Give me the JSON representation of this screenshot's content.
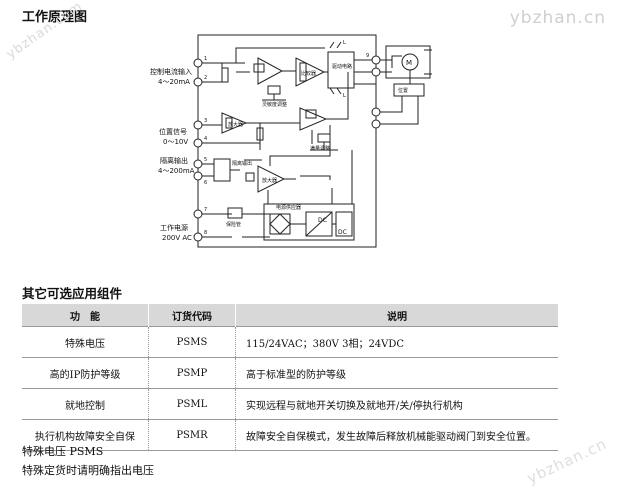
{
  "title": "工作原理图",
  "watermarks": [
    "ybzhan.com",
    "ybzhan.cn",
    "ybzhan.cn"
  ],
  "diagram": {
    "labels": {
      "control_input": "控制电流输入",
      "control_range": "4～20mA",
      "position_signal": "位置信号",
      "position_range": "0～10V",
      "isolated_output": "隔离输出",
      "isolated_range": "4～200mA",
      "power": "工作电源",
      "power_spec": "200V  AC",
      "sensitivity_adj": "灵敏度调整",
      "comparator": "比较器",
      "drive_circuit": "驱动电路",
      "motor": "M",
      "position_sensor": "位置",
      "amplifier": "放大器",
      "full_scale_adj": "满量调整",
      "isolation_amp": "隔离输出",
      "isolation_amp2": "放大器",
      "power_supply": "电源供应器",
      "protector": "保险管",
      "dc": "DC",
      "dc2": "DC",
      "lamp1": "L",
      "lamp2": "L"
    },
    "terminals": [
      "1",
      "2",
      "3",
      "4",
      "5",
      "6",
      "7",
      "8",
      "9"
    ]
  },
  "options_title": "其它可选应用组件",
  "table": {
    "headers": [
      "功　能",
      "订货代码",
      "说明"
    ],
    "rows": [
      [
        "特殊电压",
        "PSMS",
        "115/24VAC；380V 3相；24VDC"
      ],
      [
        "高的IP防护等级",
        "PSMP",
        "高于标准型的防护等级"
      ],
      [
        "就地控制",
        "PSML",
        "实现远程与就地开关切换及就地开/关/停执行机构"
      ],
      [
        "执行机构故障安全自保",
        "PSMR",
        "故障安全自保模式，发生故障后释放机械能驱动阀门到安全位置。"
      ]
    ]
  },
  "notes": [
    "特殊电压 PSMS",
    "特殊定货时请明确指出电压"
  ]
}
